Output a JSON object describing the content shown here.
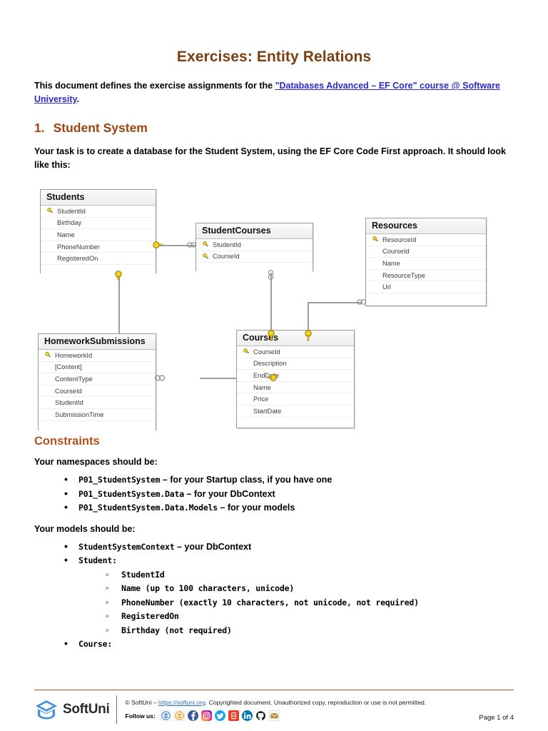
{
  "document": {
    "title": "Exercises: Entity Relations",
    "intro_before": "This document defines the exercise assignments for the ",
    "intro_link": "\"Databases Advanced – EF Core\" course @ Software University",
    "intro_after": "."
  },
  "section1": {
    "number": "1.",
    "heading": "Student System",
    "paragraph": "Your task is to create a database for the Student System, using the EF Core Code First approach. It should look like this:"
  },
  "diagram": {
    "tables": [
      {
        "name": "Students",
        "fields": [
          {
            "label": "StudentId",
            "key": true
          },
          {
            "label": "Birthday",
            "key": false
          },
          {
            "label": "Name",
            "key": false
          },
          {
            "label": "PhoneNumber",
            "key": false
          },
          {
            "label": "RegisteredOn",
            "key": false
          }
        ]
      },
      {
        "name": "StudentCourses",
        "fields": [
          {
            "label": "StudentId",
            "key": true
          },
          {
            "label": "CourseId",
            "key": true
          }
        ]
      },
      {
        "name": "Resources",
        "fields": [
          {
            "label": "ResourceId",
            "key": true
          },
          {
            "label": "CourseId",
            "key": false
          },
          {
            "label": "Name",
            "key": false
          },
          {
            "label": "ResourceType",
            "key": false
          },
          {
            "label": "Url",
            "key": false
          }
        ]
      },
      {
        "name": "HomeworkSubmissions",
        "fields": [
          {
            "label": "HomeworkId",
            "key": true
          },
          {
            "label": "[Content]",
            "key": false
          },
          {
            "label": "ContentType",
            "key": false
          },
          {
            "label": "CourseId",
            "key": false
          },
          {
            "label": "StudentId",
            "key": false
          },
          {
            "label": "SubmissionTime",
            "key": false
          }
        ]
      },
      {
        "name": "Courses",
        "fields": [
          {
            "label": "CourseId",
            "key": true
          },
          {
            "label": "Description",
            "key": false
          },
          {
            "label": "EndDate",
            "key": false
          },
          {
            "label": "Name",
            "key": false
          },
          {
            "label": "Price",
            "key": false
          },
          {
            "label": "StartDate",
            "key": false
          }
        ]
      }
    ]
  },
  "constraints": {
    "heading": "Constraints",
    "namespaces_label": "Your namespaces should be:",
    "namespaces": [
      {
        "code": "P01_StudentSystem",
        "desc": " – for your Startup class, if you have one"
      },
      {
        "code": "P01_StudentSystem.Data",
        "desc": " – for your DbContext"
      },
      {
        "code": "P01_StudentSystem.Data.Models",
        "desc": " – for your models"
      }
    ],
    "models_label": "Your models should be:",
    "models": [
      {
        "code": "StudentSystemContext",
        "desc": "  – your DbContext",
        "children": []
      },
      {
        "code": "Student:",
        "desc": "",
        "children": [
          "StudentId",
          "Name (up to 100 characters, unicode)",
          "PhoneNumber (exactly 10 characters, not unicode, not required)",
          "RegisteredOn",
          "Birthday (not required)"
        ]
      },
      {
        "code": "Course:",
        "desc": "",
        "children": []
      }
    ]
  },
  "footer": {
    "logo_text": "SoftUni",
    "copyright_prefix": "© SoftUni – ",
    "copyright_link": "https://softuni.org",
    "copyright_suffix": ". Copyrighted document. Unauthorized copy, reproduction or use is not permitted.",
    "follow_label": "Follow us:",
    "social_icons": [
      "softuni-blue-icon",
      "softuni-orange-icon",
      "facebook-icon",
      "instagram-icon",
      "twitter-icon",
      "youtube-icon",
      "linkedin-icon",
      "github-icon",
      "email-icon"
    ],
    "page_label": "Page 1 of 4"
  },
  "colors": {
    "title": "#7B3F10",
    "heading": "#9C4414",
    "subheading": "#B5521C",
    "link": "#2A2ACB",
    "key": "#F2D41C"
  }
}
